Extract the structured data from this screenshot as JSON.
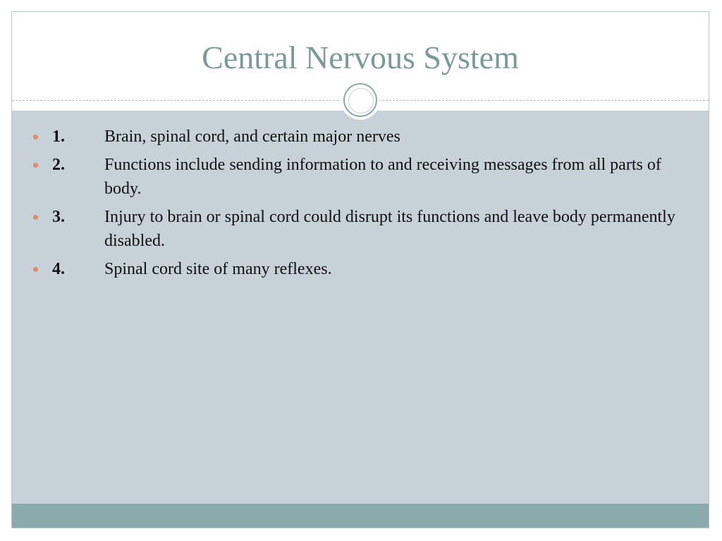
{
  "slide": {
    "title": "Central Nervous System",
    "bullets": [
      {
        "number": "1.",
        "text": "Brain, spinal cord, and certain major nerves"
      },
      {
        "number": "2.",
        "text": "Functions include sending information to and receiving messages from all parts of body."
      },
      {
        "number": "3.",
        "text": "Injury to brain or spinal cord could disrupt its functions and leave body permanently disabled."
      },
      {
        "number": "4.",
        "text": "Spinal cord site of many reflexes."
      }
    ]
  },
  "colors": {
    "title": "#7a9a99",
    "body_background": "#c6d1d8",
    "footer_bar": "#8aaaab",
    "bullet_dot": "#e08a6a"
  },
  "icons": {
    "ornament": "circle-ornament-icon",
    "bullet": "bullet-dot-icon"
  }
}
